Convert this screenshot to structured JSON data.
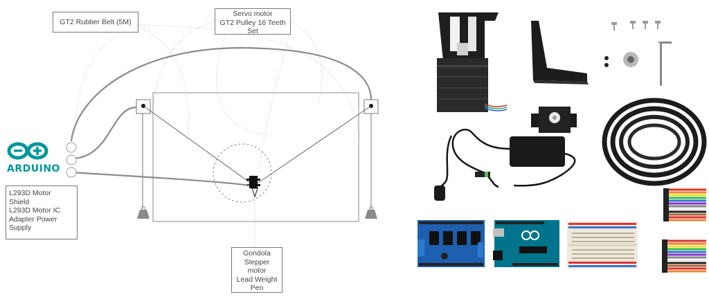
{
  "colors": {
    "arduino": "#00979c",
    "line": "#8a8a8a",
    "dotted": "#c8c8c8",
    "photo_dark": "#1c1c1c"
  },
  "labels": {
    "belt": "GT2 Rubber Belt (5M)",
    "servo": [
      "Servo motor",
      "GT2 Pulley 16 Teeth",
      "Set"
    ],
    "shield": [
      "L293D Motor",
      "Shield",
      "L293D Motor IC",
      "Adapter Power",
      "Supply"
    ],
    "gondola": [
      "Gondola",
      "Stepper",
      "motor",
      "Lead Weight",
      "Pen"
    ]
  },
  "logo": {
    "text": "ARDUINO",
    "icon": "arduino-infinity-logo"
  },
  "photo_components": [
    {
      "name": "stepper-motor-with-bracket",
      "icon": "stepper-motor"
    },
    {
      "name": "l-bracket",
      "icon": "metal-bracket"
    },
    {
      "name": "screws",
      "icon": "screws"
    },
    {
      "name": "gt2-pulley",
      "icon": "pulley"
    },
    {
      "name": "allen-key",
      "icon": "hex-key"
    },
    {
      "name": "servo",
      "icon": "servo-motor"
    },
    {
      "name": "power-adapter",
      "icon": "power-adapter"
    },
    {
      "name": "belt-roll",
      "icon": "belt"
    },
    {
      "name": "jumper-wires",
      "icon": "jumper-wires"
    },
    {
      "name": "motor-shield",
      "icon": "motor-shield"
    },
    {
      "name": "arduino-uno",
      "icon": "arduino-board"
    },
    {
      "name": "breadboard",
      "icon": "breadboard"
    }
  ]
}
